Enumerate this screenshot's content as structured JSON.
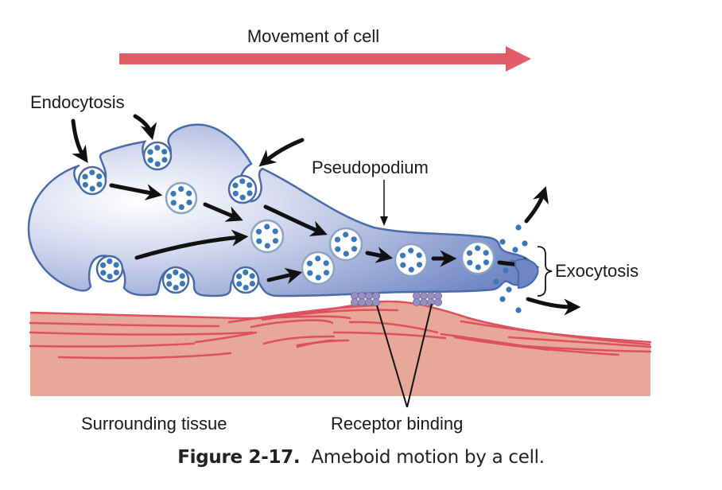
{
  "figure": {
    "title_label": "Movement of cell",
    "labels": {
      "endocytosis": "Endocytosis",
      "pseudopodium": "Pseudopodium",
      "exocytosis": "Exocytosis",
      "surrounding_tissue": "Surrounding tissue",
      "receptor_binding": "Receptor binding"
    },
    "caption": {
      "number": "Figure 2-17.",
      "text": "Ameboid motion by a cell."
    },
    "colors": {
      "movement_arrow": "#e05c66",
      "cell_fill": "#b8c0e0",
      "cell_outline": "#4a6aa8",
      "vesicle_dot": "#3b78b8",
      "tissue_fill": "#e8a898",
      "tissue_fiber": "#dc5060",
      "receptor": "#9890c0"
    }
  }
}
